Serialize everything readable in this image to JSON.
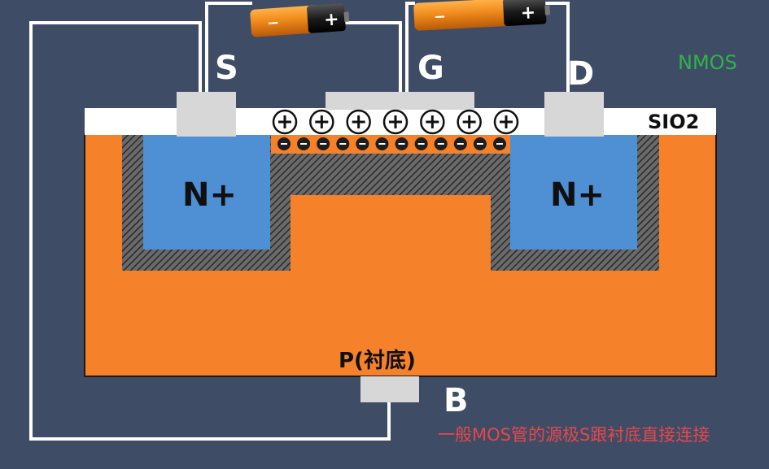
{
  "title": "NMOS",
  "terminals": {
    "source": "S",
    "gate": "G",
    "drain": "D",
    "body": "B"
  },
  "regions": {
    "source_doping": "N+",
    "drain_doping": "N+",
    "oxide": "SIO2",
    "substrate": "P(衬底)"
  },
  "gate_charges": {
    "symbol": "+",
    "count": 7
  },
  "channel_charges": {
    "symbol": "−",
    "count": 12
  },
  "batteries": [
    {
      "positive": "+",
      "negative": "−"
    },
    {
      "positive": "+",
      "negative": "−"
    }
  ],
  "caption": "一般MOS管的源极S跟衬底直接连接",
  "colors": {
    "background": "#3e4c66",
    "substrate": "#f5812b",
    "n_plus": "#4f8fd3",
    "oxide": "#ffffff",
    "contact": "#d7d7d7",
    "depletion": "#3a3a3a",
    "wire": "#ffffff",
    "title": "#2fb34a",
    "caption": "#e8474a"
  }
}
